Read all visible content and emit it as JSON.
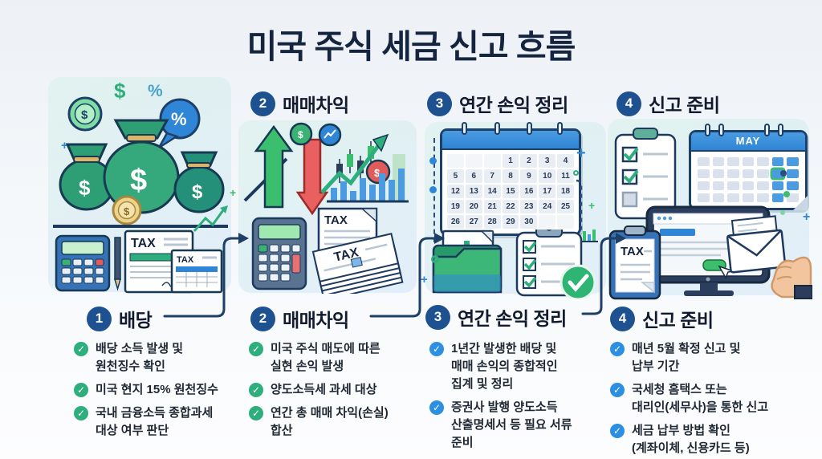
{
  "title": "미국 주식 세금 신고 흐름",
  "steps": [
    {
      "number": "1",
      "label": "배당",
      "bullets": [
        "배당 소득 발생 및\n원천징수 확인",
        "미국 현지 15% 원천징수",
        "국내 금융소득 종합과세\n대상 여부 판단"
      ]
    },
    {
      "number": "2",
      "label": "매매차익",
      "bullets": [
        "미국 주식 매도에 따른\n실현 손익 발생",
        "양도소득세 과세 대상",
        "연간 총 매매 차익(손실)\n합산"
      ]
    },
    {
      "number": "3",
      "label": "연간 손익 정리",
      "bullets": [
        "1년간 발생한 배당 및\n매매 손익의 종합적인\n집계 및 정리",
        "증권사 발행 양도소득\n산출명세서 등 필요 서류\n준비"
      ]
    },
    {
      "number": "4",
      "label": "신고 준비",
      "bullets": [
        "매년 5월 확정 신고 및\n납부 기간",
        "국세청 홈택스 또는\n대리인(세무사)을 통한 신고",
        "세금 납부 방법 확인\n(계좌이체, 신용카드 등)"
      ]
    }
  ],
  "illustration": {
    "tax_label": "TAX",
    "may_label": "MAY",
    "dollar_sign": "$",
    "percent_sign": "%",
    "calendar_days": [
      "",
      "",
      "",
      "1",
      "2",
      "3",
      "4",
      "5",
      "6",
      "7",
      "8",
      "9",
      "10",
      "11",
      "12",
      "13",
      "14",
      "15",
      "16",
      "17",
      "18",
      "19",
      "20",
      "21",
      "22",
      "23",
      "24",
      "25",
      "26",
      "27",
      "28",
      "29",
      "30",
      "",
      ""
    ]
  },
  "colors": {
    "title_navy": "#15243f",
    "badge_blue": "#1d5190",
    "check_green": "#2fae7d",
    "check_blue": "#2d8fe2",
    "money_green": "#2e9e74",
    "accent_blue": "#2f86d6",
    "arrow_navy": "#1e3f66",
    "gain_green": "#35b267",
    "loss_red": "#e05252"
  }
}
